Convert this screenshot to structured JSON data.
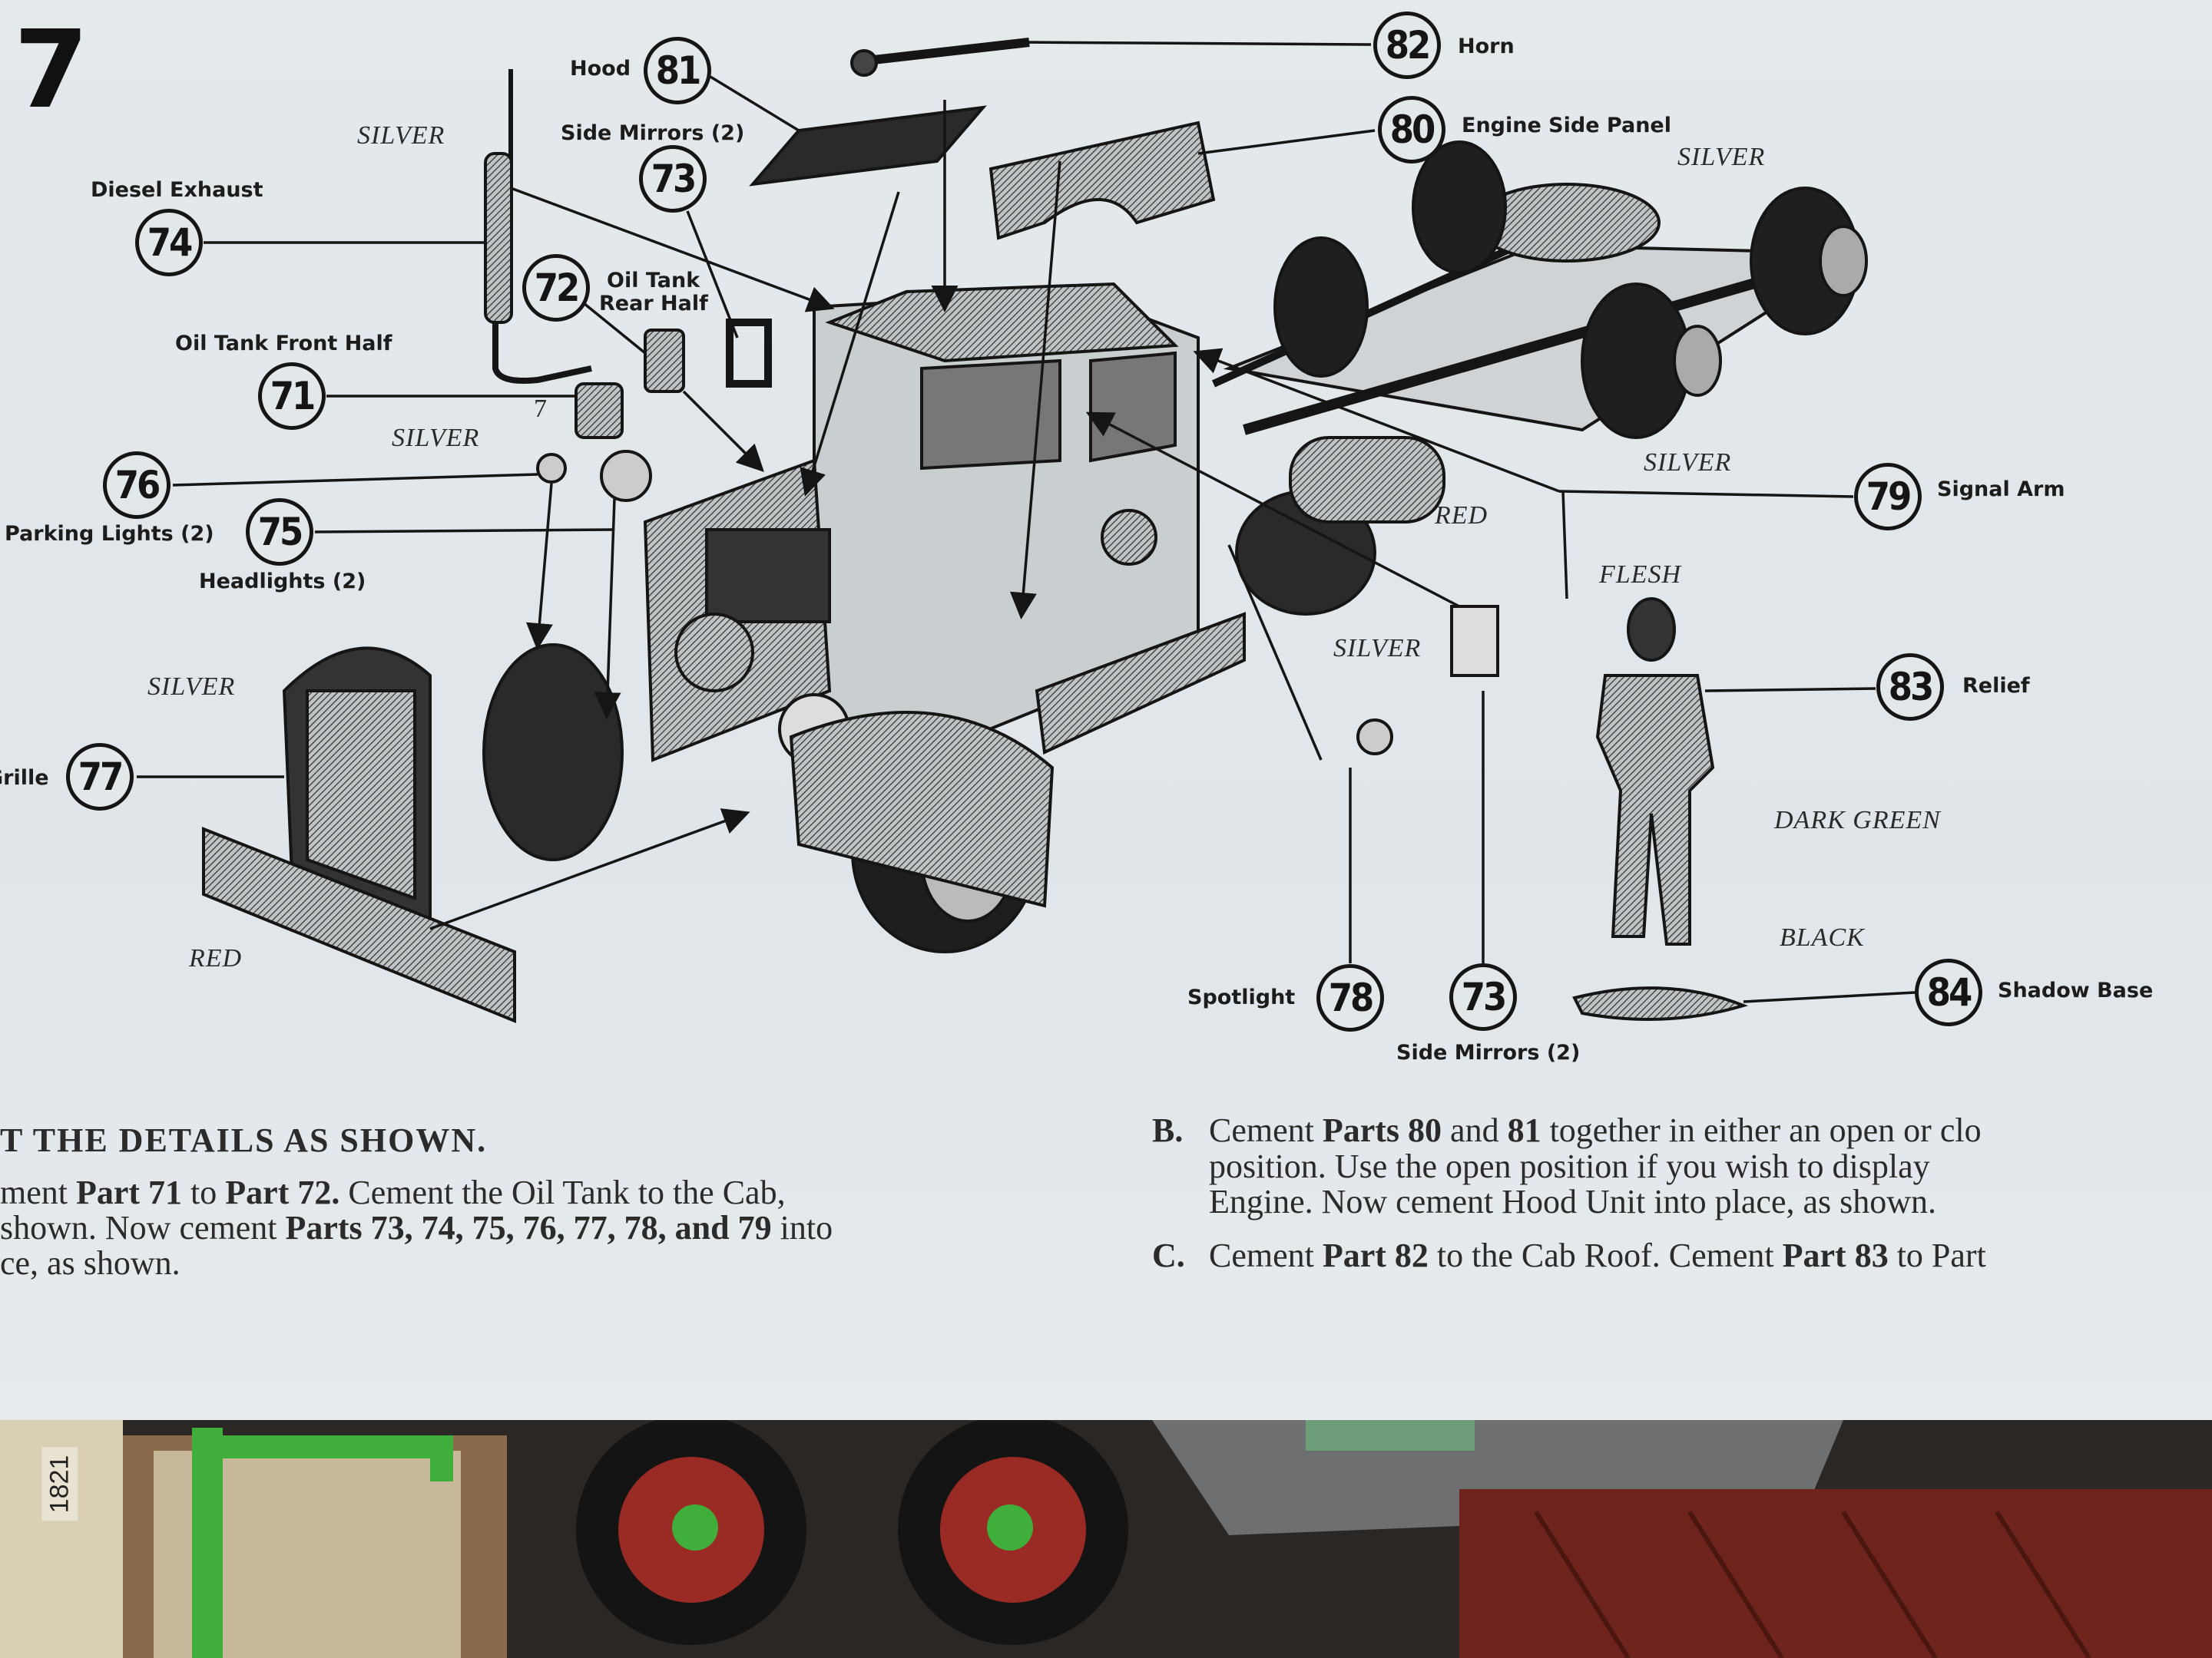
{
  "step_number": "7",
  "callouts": [
    {
      "num": "81",
      "label": "Hood"
    },
    {
      "num": "82",
      "label": "Horn"
    },
    {
      "num": "80",
      "label": "Engine Side Panel"
    },
    {
      "num": "73",
      "label": "Side Mirrors (2)"
    },
    {
      "num": "74",
      "label": "Diesel Exhaust"
    },
    {
      "num": "72",
      "label": "Oil Tank",
      "label2": "Rear Half"
    },
    {
      "num": "71",
      "label": "Oil Tank Front Half"
    },
    {
      "num": "76",
      "label": "Parking Lights (2)"
    },
    {
      "num": "75",
      "label": "Headlights (2)"
    },
    {
      "num": "77",
      "label": "Grille"
    },
    {
      "num": "79",
      "label": "Signal Arm"
    },
    {
      "num": "83",
      "label": "Relief"
    },
    {
      "num": "84",
      "label": "Shadow Base"
    },
    {
      "num": "78",
      "label": "Spotlight"
    },
    {
      "num": "73",
      "label": "Side Mirrors (2)"
    }
  ],
  "paint_notes": {
    "silver_exhaust": "SILVER",
    "silver_chassis": "SILVER",
    "silver_lights": "SILVER",
    "silver_grille": "SILVER",
    "red_bumper": "RED",
    "silver_signal": "SILVER",
    "red_signal": "RED",
    "flesh": "FLESH",
    "silver_spotlight": "SILVER",
    "dark_green": "DARK GREEN",
    "black": "BLACK",
    "seven_mark": "7"
  },
  "instructions": {
    "heading": "T THE DETAILS AS SHOWN.",
    "a_line1_pre": "ment ",
    "a_line1_b1": "Part 71",
    "a_line1_mid": " to ",
    "a_line1_b2": "Part 72.",
    "a_line1_post": " Cement the Oil Tank to the Cab,",
    "a_line2_pre": " shown. Now cement ",
    "a_line2_b": "Parts 73, 74, 75, 76, 77, 78, and 79",
    "a_line2_post": " into",
    "a_line3": "ce, as shown.",
    "b_marker": "B.",
    "b_line1_pre": "Cement ",
    "b_line1_b1": "Parts 80",
    "b_line1_mid": " and ",
    "b_line1_b2": "81",
    "b_line1_post": " together in either an open or clo",
    "b_line2": "position. Use the open position if you wish to display",
    "b_line3": "Engine. Now cement Hood Unit into place, as shown.",
    "c_marker": "C.",
    "c_line1_pre": "Cement ",
    "c_line1_b1": "Part 82",
    "c_line1_mid": " to the Cab Roof. Cement ",
    "c_line1_b2": "Part 83",
    "c_line1_post": " to Part"
  },
  "photo": {
    "box_code": "1821"
  },
  "colors": {
    "paper": "#e2e7ea",
    "ink": "#151515",
    "hub_red": "#9a2a24",
    "sprue_green": "#3fae3a",
    "tray_red": "#6e241c"
  }
}
